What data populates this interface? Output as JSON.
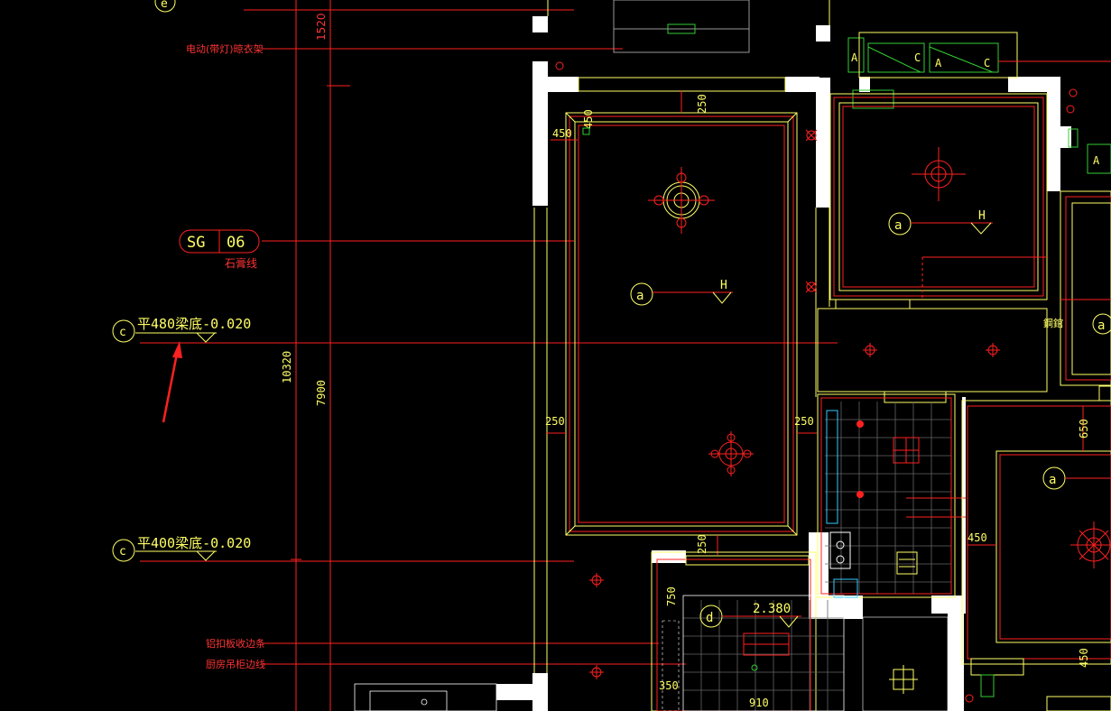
{
  "colors": {
    "background": "#000000",
    "wall": "#ffffff",
    "yellow": "#ffff66",
    "red": "#ff2020",
    "green": "#33cc33",
    "cyan": "#33ccff",
    "gray": "#999999"
  },
  "icon": "arrow-icon",
  "dimensions": {
    "d1520": "1520",
    "d10320": "10320",
    "d7900": "7900",
    "d450a": "450",
    "d450b": "450",
    "d250top": "250",
    "d250left": "250",
    "d250right": "250",
    "d250bottom": "250",
    "d650": "650",
    "d450right": "450",
    "d450rb": "450",
    "d750": "750",
    "d350": "350",
    "d910": "910"
  },
  "tags": {
    "sg_code": "SG",
    "sg_num": "06",
    "sg_note": "石膏线",
    "elev1_circle": "c",
    "elev1_text": "平480梁底-0.020",
    "elev2_circle": "c",
    "elev2_text": "平400梁底-0.020",
    "a1": "a",
    "h1": "H",
    "a2": "a",
    "h2": "H",
    "a3": "a",
    "a4": "a",
    "d1": "d",
    "elev_d": "2.380",
    "top_circle": "e",
    "note_right": "鋼錧"
  },
  "leader_notes": {
    "top": "电动(带灯)晾衣架",
    "alu": "铝扣板收边条",
    "kitchen": "厨房吊柜边线"
  },
  "ac_labels": {
    "a_left": "A",
    "c_left": "C",
    "a_right": "A",
    "c_right": "C",
    "a_far": "A"
  }
}
